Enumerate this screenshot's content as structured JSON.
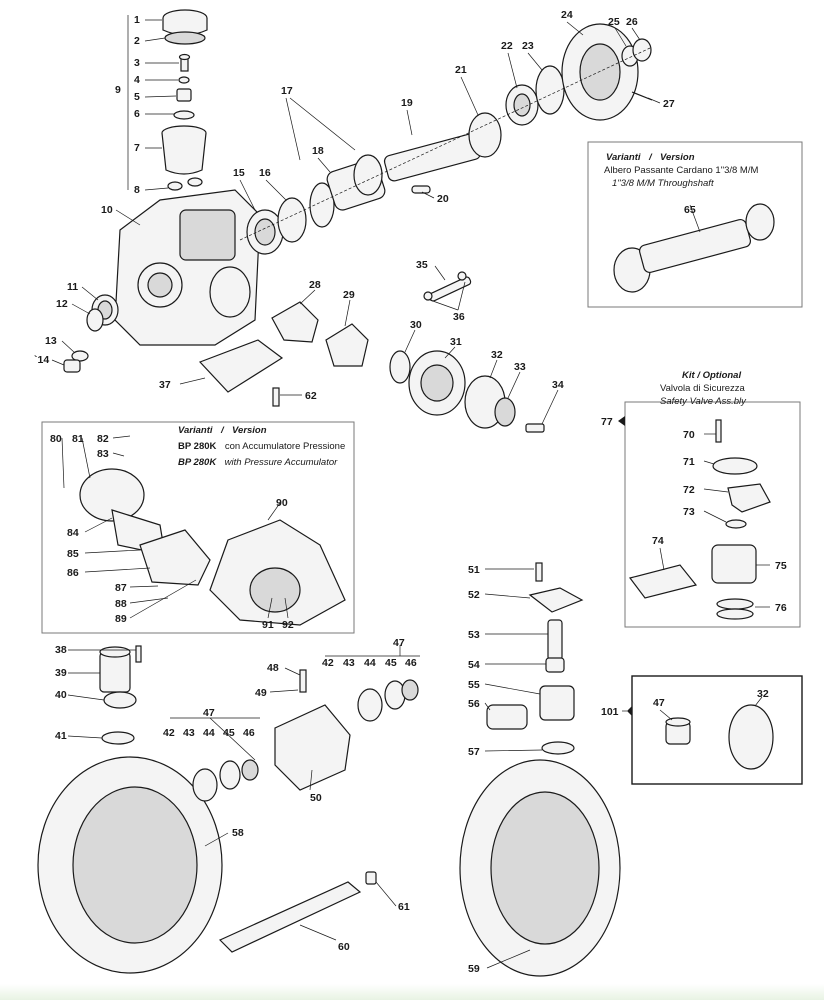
{
  "callouts": [
    "1",
    "2",
    "3",
    "4",
    "5",
    "6",
    "7",
    "8",
    "9",
    "10",
    "11",
    "12",
    "13",
    "14",
    "15",
    "16",
    "17",
    "18",
    "19",
    "20",
    "21",
    "22",
    "23",
    "24",
    "25",
    "26",
    "27",
    "28",
    "29",
    "30",
    "31",
    "32",
    "33",
    "34",
    "35",
    "36",
    "37",
    "38",
    "39",
    "40",
    "41",
    "42",
    "43",
    "44",
    "45",
    "46",
    "47",
    "48",
    "49",
    "50",
    "51",
    "52",
    "53",
    "54",
    "55",
    "56",
    "57",
    "58",
    "59",
    "60",
    "61",
    "62",
    "65",
    "70",
    "71",
    "72",
    "73",
    "74",
    "75",
    "76",
    "77",
    "80",
    "81",
    "82",
    "83",
    "84",
    "85",
    "86",
    "87",
    "88",
    "89",
    "90",
    "91",
    "92",
    "101"
  ],
  "callout_label_14": "`14",
  "box_cardan": {
    "line1_a": "Varianti",
    "line1_sep": "/",
    "line1_b": "Version",
    "line2": "Albero Passante Cardano 1\"3/8 M/M",
    "line3": "1\"3/8 M/M Throughshaft"
  },
  "box_accumulator": {
    "line1_a": "Varianti",
    "line1_sep": "/",
    "line1_b": "Version",
    "line2_model": "BP 280K",
    "line2_text": "con Accumulatore Pressione",
    "line3_model": "BP 280K",
    "line3_text": "with Pressure Accumulator"
  },
  "box_safety": {
    "line1": "Kit / Optional",
    "line2": "Valvola di Sicurezza",
    "line3": "Safety Valve Ass.bly"
  },
  "colors": {
    "ink": "#1a1a1a",
    "fill": "#f4f4f4",
    "shade": "#d9d9d9",
    "footer_tint": "#e8f3e3"
  }
}
